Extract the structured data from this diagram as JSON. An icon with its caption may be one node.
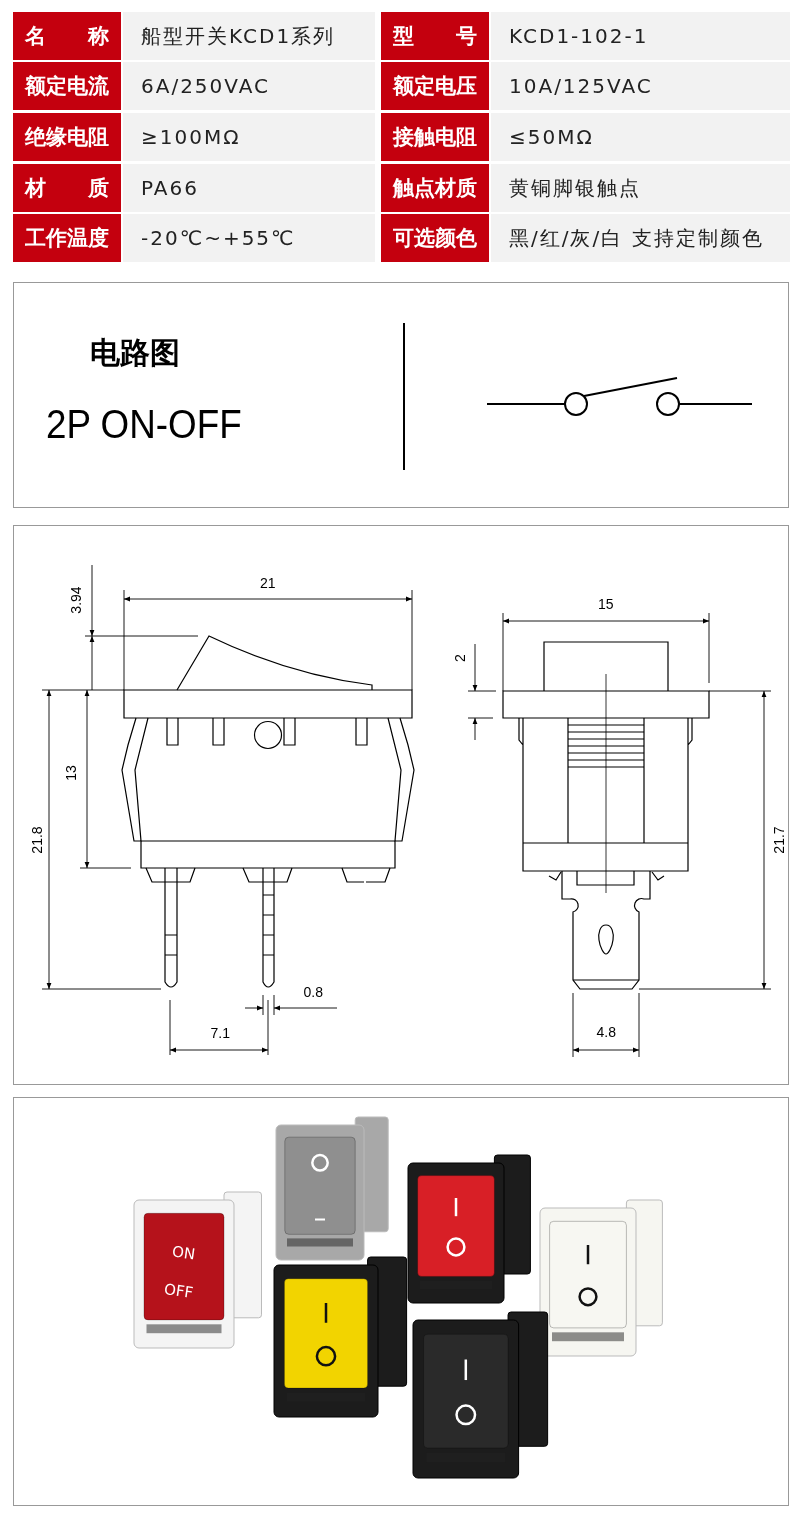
{
  "diagram": {
    "labels": [
      "名 称",
      "船型开关KCD1系列",
      "型 号",
      "KCD1-102-1",
      "额定电流",
      "6A/250VAC",
      "额定电压",
      "10A/125VAC",
      "绝缘电阻",
      "≥100MΩ",
      "接触电阻",
      "≤50MΩ",
      "材 质",
      "PA66",
      "触点材质",
      "黄铜脚银触点",
      "工作温度",
      "-20℃~+55℃",
      "可选颜色",
      "黑/红/灰/白 支持定制颜色",
      "电路图",
      "2P ON-OFF",
      "21",
      "3.94",
      "13",
      "21.8",
      "0.8",
      "7.1",
      "15",
      "2",
      "21.7",
      "4.8",
      "ON",
      "OFF"
    ]
  }
}
